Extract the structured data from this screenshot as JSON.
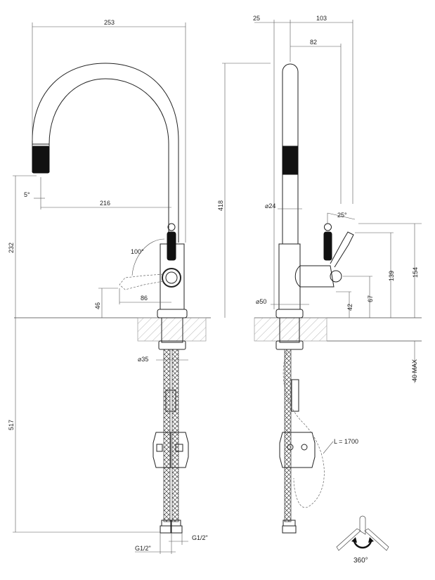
{
  "front_view": {
    "width_overall": "253",
    "reach": "216",
    "spout_angle": "5°",
    "spout_height": "232",
    "lever_rotation": "100°",
    "lever_reach": "86",
    "lever_height": "46",
    "shank_diameter": "⌀35",
    "below_counter_length": "517",
    "connection_left": "G1/2\"",
    "connection_right": "G1/2\""
  },
  "side_view": {
    "offset_back": "25",
    "depth_overall": "103",
    "lever_depth": "82",
    "total_height": "418",
    "spout_diameter": "⌀24",
    "lever_tilt": "25°",
    "height_154": "154",
    "height_139": "139",
    "height_67": "67",
    "height_42": "42",
    "base_diameter": "⌀50",
    "counter_thickness": "40 MAX",
    "hose_length": "L = 1700"
  },
  "rotation": {
    "label": "360°"
  }
}
